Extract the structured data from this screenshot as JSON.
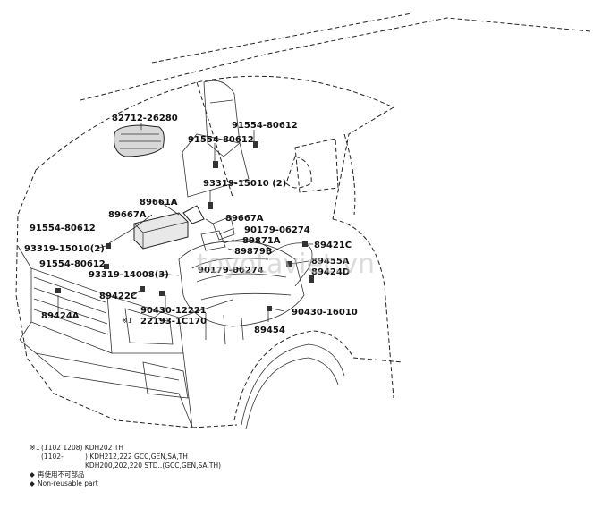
{
  "watermark": "toyotaviet.vn",
  "labels": {
    "p82712": "82712-26280",
    "p91554_a": "91554-80612",
    "p91554_b": "91554-80612",
    "p93319_a": "93319-15010 (2)",
    "p89661a": "89661A",
    "p89667a_left": "89667A",
    "p89667a_right": "89667A",
    "p91554_c": "91554-80612",
    "p90179_a": "90179-06274",
    "p89871a": "89871A",
    "p93319_b": "93319-15010(2)",
    "p89879b": "89879B",
    "p89421c": "89421C",
    "p91554_d": "91554-80612",
    "p93319_c": "93319-14008(3)",
    "p90179_b": "90179-06274",
    "p89455a": "89455A",
    "p89424d": "89424D",
    "p89422c": "89422C",
    "p89424a": "89424A",
    "p90430_a": "90430-12221",
    "p22193_star": "※1",
    "p22193": "22193-1C170",
    "p90430_b": "90430-16010",
    "p89454": "89454"
  },
  "footnotes": {
    "line1_star": "※1",
    "line1": "(1102   1208) KDH202  TH",
    "line2_a": "(1102-",
    "line2_b": ") KDH212,222  GCC,GEN,SA,TH",
    "line3": "KDH200,202,220  STD..(GCC,GEN,SA,TH)",
    "line4_mark": "◆",
    "line4": "再使用不可部品",
    "line5_mark": "◆",
    "line5": "Non-reusable part"
  }
}
